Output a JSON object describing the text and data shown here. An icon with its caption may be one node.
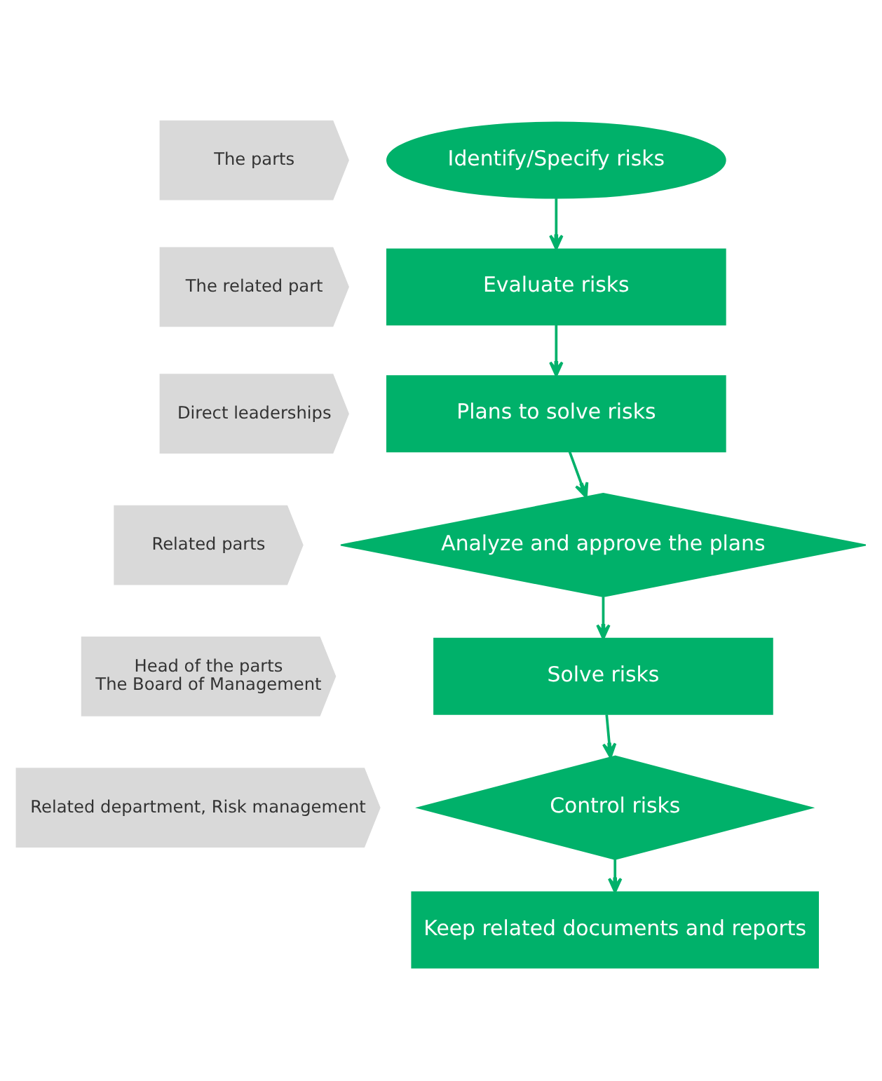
{
  "diagram": {
    "nodes": [
      {
        "text": [
          "The parts"
        ]
      },
      {
        "text": [
          "Identify/Specify risks"
        ]
      },
      {
        "text": [
          "The related part"
        ]
      },
      {
        "text": [
          "Evaluate risks"
        ]
      },
      {
        "text": [
          "Direct leaderships"
        ]
      },
      {
        "text": [
          "Plans to solve risks"
        ]
      },
      {
        "text": [
          "Related parts"
        ]
      },
      {
        "text": [
          "Analyze and approve the plans"
        ]
      },
      {
        "text": [
          "Head of the parts",
          "The Board of Management"
        ]
      },
      {
        "text": [
          "Solve risks"
        ]
      },
      {
        "text": [
          "Related department, Risk management"
        ]
      },
      {
        "text": [
          "Control risks"
        ]
      },
      {
        "text": [
          "Keep related documents and reports"
        ]
      }
    ],
    "edges": [
      {
        "from": 1,
        "to": 3,
        "arrow": "to"
      },
      {
        "from": 3,
        "to": 5,
        "arrow": "to"
      },
      {
        "from": 5,
        "to": 7,
        "arrow": "to"
      },
      {
        "from": 7,
        "to": 9,
        "arrow": "to"
      },
      {
        "from": 9,
        "to": 11,
        "arrow": "to"
      },
      {
        "from": 11,
        "to": 12,
        "arrow": "to"
      }
    ]
  }
}
